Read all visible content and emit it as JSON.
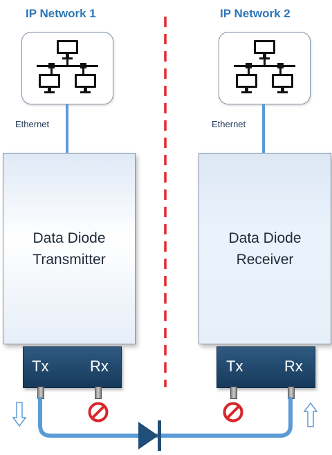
{
  "networks": [
    {
      "title": "IP Network 1",
      "link_label": "Ethernet",
      "device_line1": "Data Diode",
      "device_line2": "Transmitter",
      "port_left": "Tx",
      "port_right": "Rx"
    },
    {
      "title": "IP Network 2",
      "link_label": "Ethernet",
      "device_line1": "Data Diode",
      "device_line2": "Receiver",
      "port_left": "Tx",
      "port_right": "Rx"
    }
  ],
  "colors": {
    "title": "#2e75b6",
    "fiber": "#5b9bd5",
    "separator": "#e8262b",
    "blocked": "#d9262b",
    "port_bar": "#1f4e79"
  }
}
